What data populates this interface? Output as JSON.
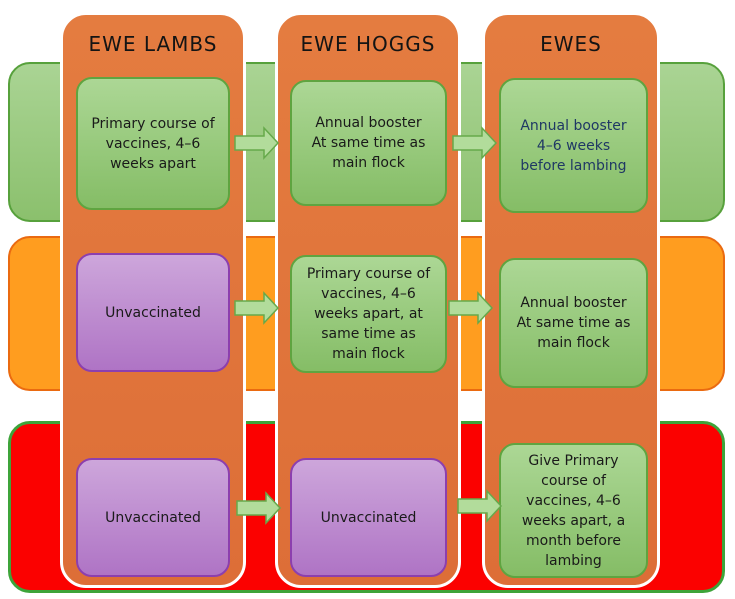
{
  "columns": [
    {
      "id": "ewe-lambs",
      "header": "EWE LAMBS"
    },
    {
      "id": "ewe-hoggs",
      "header": "EWE HOGGS"
    },
    {
      "id": "ewes",
      "header": "EWES"
    }
  ],
  "rows": [
    {
      "id": "top-row",
      "band_color": "green"
    },
    {
      "id": "middle-row",
      "band_color": "orange"
    },
    {
      "id": "bottom-row",
      "band_color": "red"
    }
  ],
  "cells": {
    "r1c1": {
      "text": "Primary course of\nvaccines, 4–6\nweeks apart",
      "variant": "green"
    },
    "r1c2": {
      "text": "Annual booster\nAt same time as\nmain flock",
      "variant": "green"
    },
    "r1c3": {
      "text": "Annual booster\n4–6 weeks\nbefore lambing",
      "variant": "green-navy-text"
    },
    "r2c1": {
      "text": "Unvaccinated",
      "variant": "purple"
    },
    "r2c2": {
      "text": "Primary course of\nvaccines, 4–6\nweeks apart, at\nsame time as\nmain flock",
      "variant": "green"
    },
    "r2c3": {
      "text": "Annual booster\nAt same time as\nmain flock",
      "variant": "green"
    },
    "r3c1": {
      "text": "Unvaccinated",
      "variant": "purple"
    },
    "r3c2": {
      "text": "Unvaccinated",
      "variant": "purple"
    },
    "r3c3": {
      "text": "Give Primary\ncourse of\nvaccines, 4–6\nweeks apart, a\nmonth before\nlambing",
      "variant": "green"
    }
  },
  "colors": {
    "column_orange_top": "#E47C40",
    "column_orange_bottom": "#DD6E37",
    "column_stroke": "#FFFFFF",
    "band_green_top": "#AAD494",
    "band_green_bottom": "#8BC06D",
    "band_green_border": "#57A13C",
    "band_orange": "#FF9D1F",
    "band_orange_border": "#EA6A10",
    "band_red": "#FB0100",
    "band_red_border": "#3DA43A",
    "box_green_top": "#ACD795",
    "box_green_bottom": "#85BD66",
    "box_green_border": "#5FA440",
    "box_purple_top": "#CDA6DB",
    "box_purple_bottom": "#AF74C5",
    "box_purple_border": "#8C3FAE",
    "arrow_fill": "#B2DC9B",
    "arrow_border": "#66A94B",
    "header_text": "#141414",
    "cell_text": "#1A1A1A",
    "ewes_booster_text": "#1F3864"
  }
}
